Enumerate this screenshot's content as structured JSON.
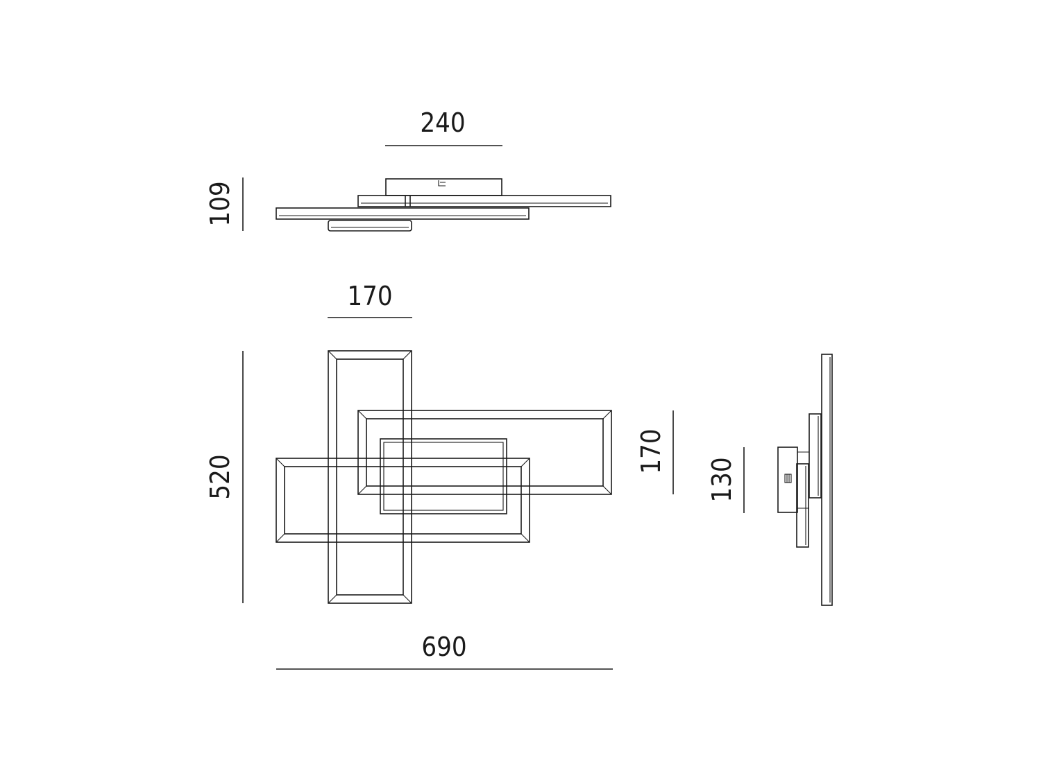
{
  "dimensions": {
    "top_width": "240",
    "top_height": "109",
    "frame_width": "170",
    "overall_height": "520",
    "overall_width": "690",
    "inner_height": "170",
    "side_depth": "130"
  },
  "colors": {
    "line": "#1a1a1a",
    "background": "#ffffff"
  }
}
